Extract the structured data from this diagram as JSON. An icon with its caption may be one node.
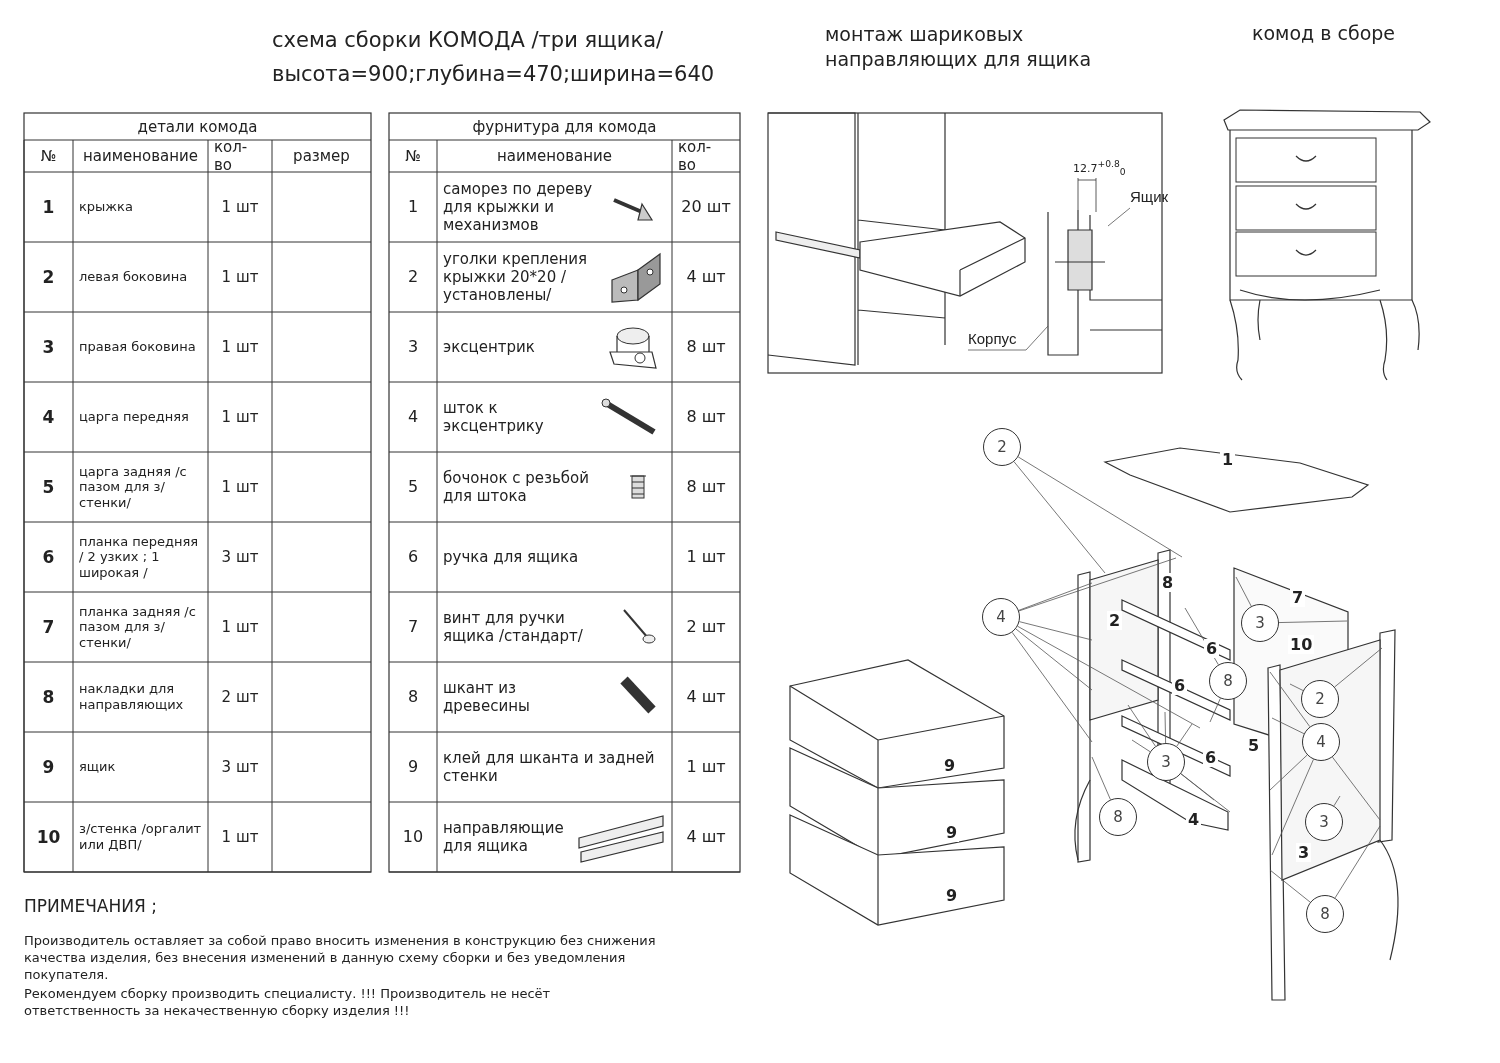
{
  "diagram": {
    "title": "схема сборки КОМОДА /три ящика/",
    "nodes": [
      {
        "text": [
          "Ящик"
        ]
      },
      {
        "text": [
          "Корпус"
        ]
      },
      {
        "text": [
          "2"
        ]
      },
      {
        "text": [
          "4"
        ]
      },
      {
        "text": [
          "3"
        ]
      },
      {
        "text": [
          "8"
        ]
      },
      {
        "text": [
          "2"
        ]
      },
      {
        "text": [
          "4"
        ]
      },
      {
        "text": [
          "3"
        ]
      },
      {
        "text": [
          "8"
        ]
      },
      {
        "text": [
          "3"
        ]
      },
      {
        "text": [
          "8"
        ]
      }
    ],
    "edges": [
      {
        "from": 0,
        "to": null,
        "arrow": "none"
      },
      {
        "from": 1,
        "to": null,
        "arrow": "none"
      },
      {
        "from": 2,
        "to": null,
        "arrow": "none"
      },
      {
        "from": 2,
        "to": null,
        "arrow": "none"
      },
      {
        "from": 3,
        "to": null,
        "arrow": "none"
      },
      {
        "from": 3,
        "to": null,
        "arrow": "none"
      },
      {
        "from": 3,
        "to": null,
        "arrow": "none"
      },
      {
        "from": 3,
        "to": null,
        "arrow": "none"
      },
      {
        "from": 3,
        "to": null,
        "arrow": "none"
      },
      {
        "from": 3,
        "to": null,
        "arrow": "none"
      },
      {
        "from": 4,
        "to": null,
        "arrow": "none"
      },
      {
        "from": 4,
        "to": null,
        "arrow": "none"
      },
      {
        "from": 5,
        "to": null,
        "arrow": "none"
      },
      {
        "from": 5,
        "to": null,
        "arrow": "none"
      },
      {
        "from": 6,
        "to": null,
        "arrow": "none"
      },
      {
        "from": 6,
        "to": null,
        "arrow": "none"
      },
      {
        "from": 7,
        "to": null,
        "arrow": "none"
      },
      {
        "from": 7,
        "to": null,
        "arrow": "none"
      },
      {
        "from": 7,
        "to": null,
        "arrow": "none"
      },
      {
        "from": 7,
        "to": null,
        "arrow": "none"
      },
      {
        "from": 7,
        "to": null,
        "arrow": "none"
      },
      {
        "from": 8,
        "to": null,
        "arrow": "none"
      },
      {
        "from": 8,
        "to": null,
        "arrow": "none"
      },
      {
        "from": 8,
        "to": null,
        "arrow": "none"
      },
      {
        "from": 8,
        "to": null,
        "arrow": "none"
      },
      {
        "from": 8,
        "to": null,
        "arrow": "none"
      },
      {
        "from": 8,
        "to": null,
        "arrow": "none"
      },
      {
        "from": 9,
        "to": null,
        "arrow": "none"
      },
      {
        "from": 10,
        "to": null,
        "arrow": "none"
      },
      {
        "from": 11,
        "to": null,
        "arrow": "none"
      },
      {
        "from": 11,
        "to": null,
        "arrow": "none"
      }
    ],
    "labels": [
      "высота=900;глубина=470;ширина=640",
      "монтаж шариковых направляющих для ящика",
      "комод в сборе",
      "детали комода",
      "№",
      "наименование",
      "кол- во",
      "размер",
      "1",
      "крыжка",
      "1 шт",
      "2",
      "левая боковина",
      "1 шт",
      "3",
      "правая боковина",
      "1 шт",
      "4",
      "царга передняя",
      "1 шт",
      "5",
      "царга задняя /с пазом для з/стенки/",
      "1 шт",
      "6",
      "планка передняя / 2 узких ; 1 широкая /",
      "3 шт",
      "7",
      "планка задняя /с пазом для з/стенки/",
      "1 шт",
      "8",
      "накладки для направляющих",
      "2 шт",
      "9",
      "ящик",
      "3 шт",
      "10",
      "з/стенка /оргалит или ДВП/",
      "1 шт",
      "фурнитура для комода",
      "№",
      "наименование",
      "кол- во",
      "1",
      "саморез по дереву для крыжки и механизмов",
      "20 шт",
      "2",
      "уголки крепления крыжки 20*20 /установлены/",
      "4 шт",
      "3",
      "эксцентрик",
      "8 шт",
      "4",
      "шток к эксцентрику",
      "8 шт",
      "5",
      "бочонок с резьбой для штока",
      "8 шт",
      "6",
      "ручка для ящика",
      "1 шт",
      "7",
      "винт для ручки ящика /стандарт/",
      "2 шт",
      "8",
      "шкант из древесины",
      "4 шт",
      "9",
      "клей для шканта и задней стенки",
      "1 шт",
      "10",
      "направляющие для ящика",
      "4 шт",
      "ПРИМЕЧАНИЯ ;",
      "Производитель оставляет за собой право вносить изменения в конструкцию без снижения качества изделия, без внесения изменений в данную схему сборки и без уведомления покупателя.",
      "Рекомендуем сборку производить специалисту. !!! Производитель не несёт ответственность за некачественную сборку изделия !!!",
      "12.7$^{+0.8}$$_{0}$",
      "1",
      "8",
      "7",
      "2",
      "6",
      "10",
      "6",
      "5",
      "6",
      "9",
      "4",
      "9",
      "3",
      "9"
    ]
  }
}
